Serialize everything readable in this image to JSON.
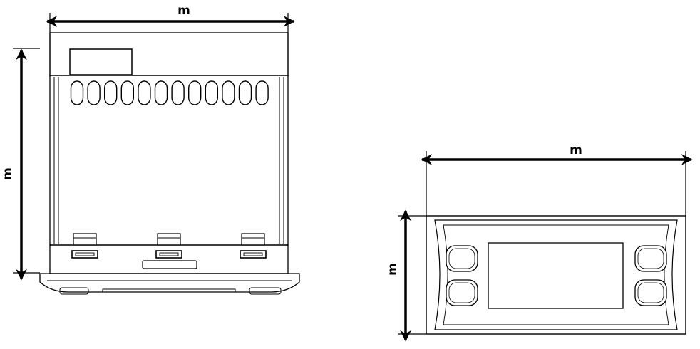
{
  "dimensions": {
    "side_view_width": "m",
    "side_view_height": "m",
    "front_view_width": "m",
    "front_view_height": "m"
  },
  "colors": {
    "line": "#000000",
    "background": "#ffffff",
    "panel_fill": "#f7f7f7"
  }
}
